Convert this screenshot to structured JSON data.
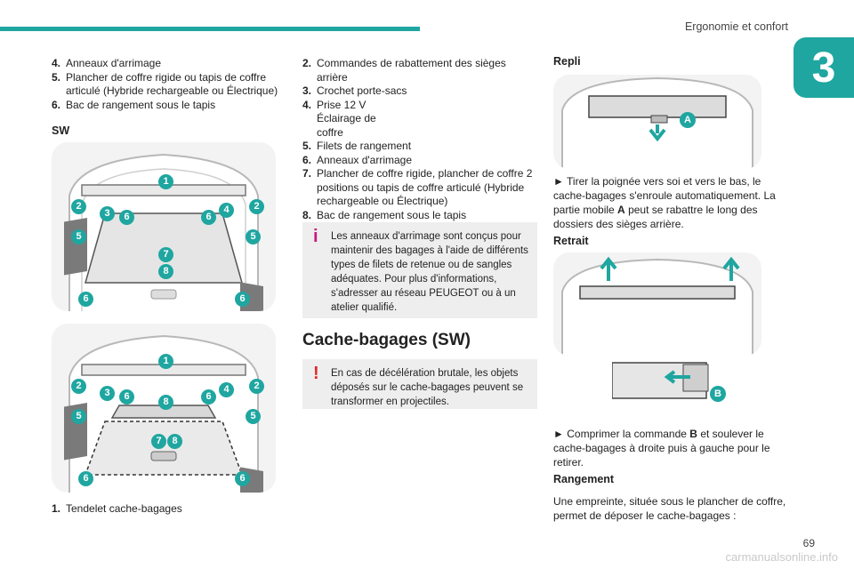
{
  "header": {
    "section": "Ergonomie et confort",
    "chapter": "3"
  },
  "col1": {
    "items": [
      {
        "num": "4.",
        "text": "Anneaux d'arrimage"
      },
      {
        "num": "5.",
        "text": "Plancher de coffre rigide ou tapis de coffre articulé (Hybride rechargeable ou Électrique)"
      },
      {
        "num": "6.",
        "text": "Bac de rangement sous le tapis"
      }
    ],
    "sw_label": "SW",
    "fig_callouts": [
      "1",
      "2",
      "3",
      "4",
      "5",
      "6",
      "7",
      "8"
    ],
    "bottom_item": {
      "num": "1.",
      "text": "Tendelet cache-bagages"
    }
  },
  "col2": {
    "items": [
      {
        "num": "2.",
        "text": "Commandes de rabattement des sièges arrière"
      },
      {
        "num": "3.",
        "text": "Crochet porte-sacs"
      },
      {
        "num": "4.",
        "text": "Prise 12 V Éclairage de coffre"
      },
      {
        "num": "5.",
        "text": "Filets de rangement"
      },
      {
        "num": "6.",
        "text": "Anneaux d'arrimage"
      },
      {
        "num": "7.",
        "text": "Plancher de coffre rigide, plancher de coffre 2 positions ou tapis de coffre articulé (Hybride rechargeable ou Électrique)"
      },
      {
        "num": "8.",
        "text": "Bac de rangement sous le tapis"
      }
    ],
    "info_note": "Les anneaux d'arrimage sont conçus pour maintenir des bagages à l'aide de différents types de filets de retenue ou de sangles adéquates. Pour plus d'informations, s'adresser au réseau PEUGEOT ou à un atelier qualifié.",
    "section_title": "Cache-bagages (SW)",
    "warning_note": "En cas de décélération brutale, les objets déposés sur le cache-bagages peuvent se transformer en projectiles."
  },
  "col3": {
    "repli_title": "Repli",
    "label_a": "A",
    "label_b": "B",
    "repli_text": "Tirer la poignée vers soi et vers le bas, le cache-bagages s'enroule automatiquement. La partie mobile",
    "repli_text_bold": "A",
    "repli_text_end": "peut se rabattre le long des dossiers des sièges arrière.",
    "retrait_title": "Retrait",
    "retrait_text": "Comprimer la commande",
    "retrait_text_bold": "B",
    "retrait_text_end": "et soulever le cache-bagages à droite puis à gauche pour le retirer.",
    "rangement_title": "Rangement",
    "rangement_text": "Une empreinte, située sous le plancher de coffre, permet de déposer le cache-bagages :",
    "bullet": "►"
  },
  "footer": {
    "page": "69",
    "url": "carmanualsonline.info"
  },
  "colors": {
    "accent": "#1fa6a0",
    "warning": "#e2272a",
    "info_icon": "#c6197f"
  }
}
